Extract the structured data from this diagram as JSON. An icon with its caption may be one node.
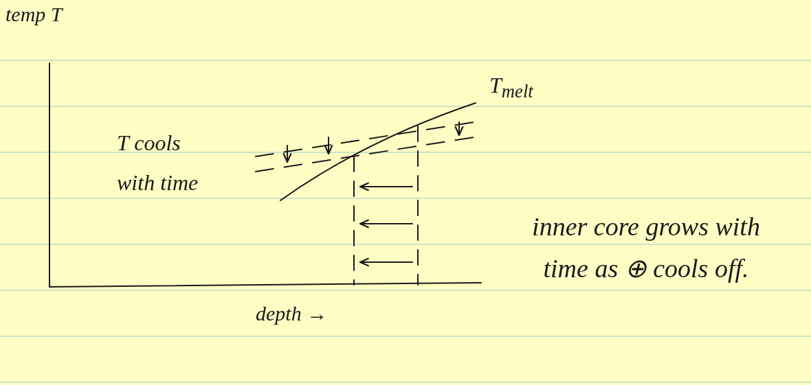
{
  "diagram": {
    "labels": [
      "temp T",
      "T$_{melt}$",
      "T cools with time",
      "depth →",
      "inner core grows with time as ⊕ cools off."
    ]
  }
}
